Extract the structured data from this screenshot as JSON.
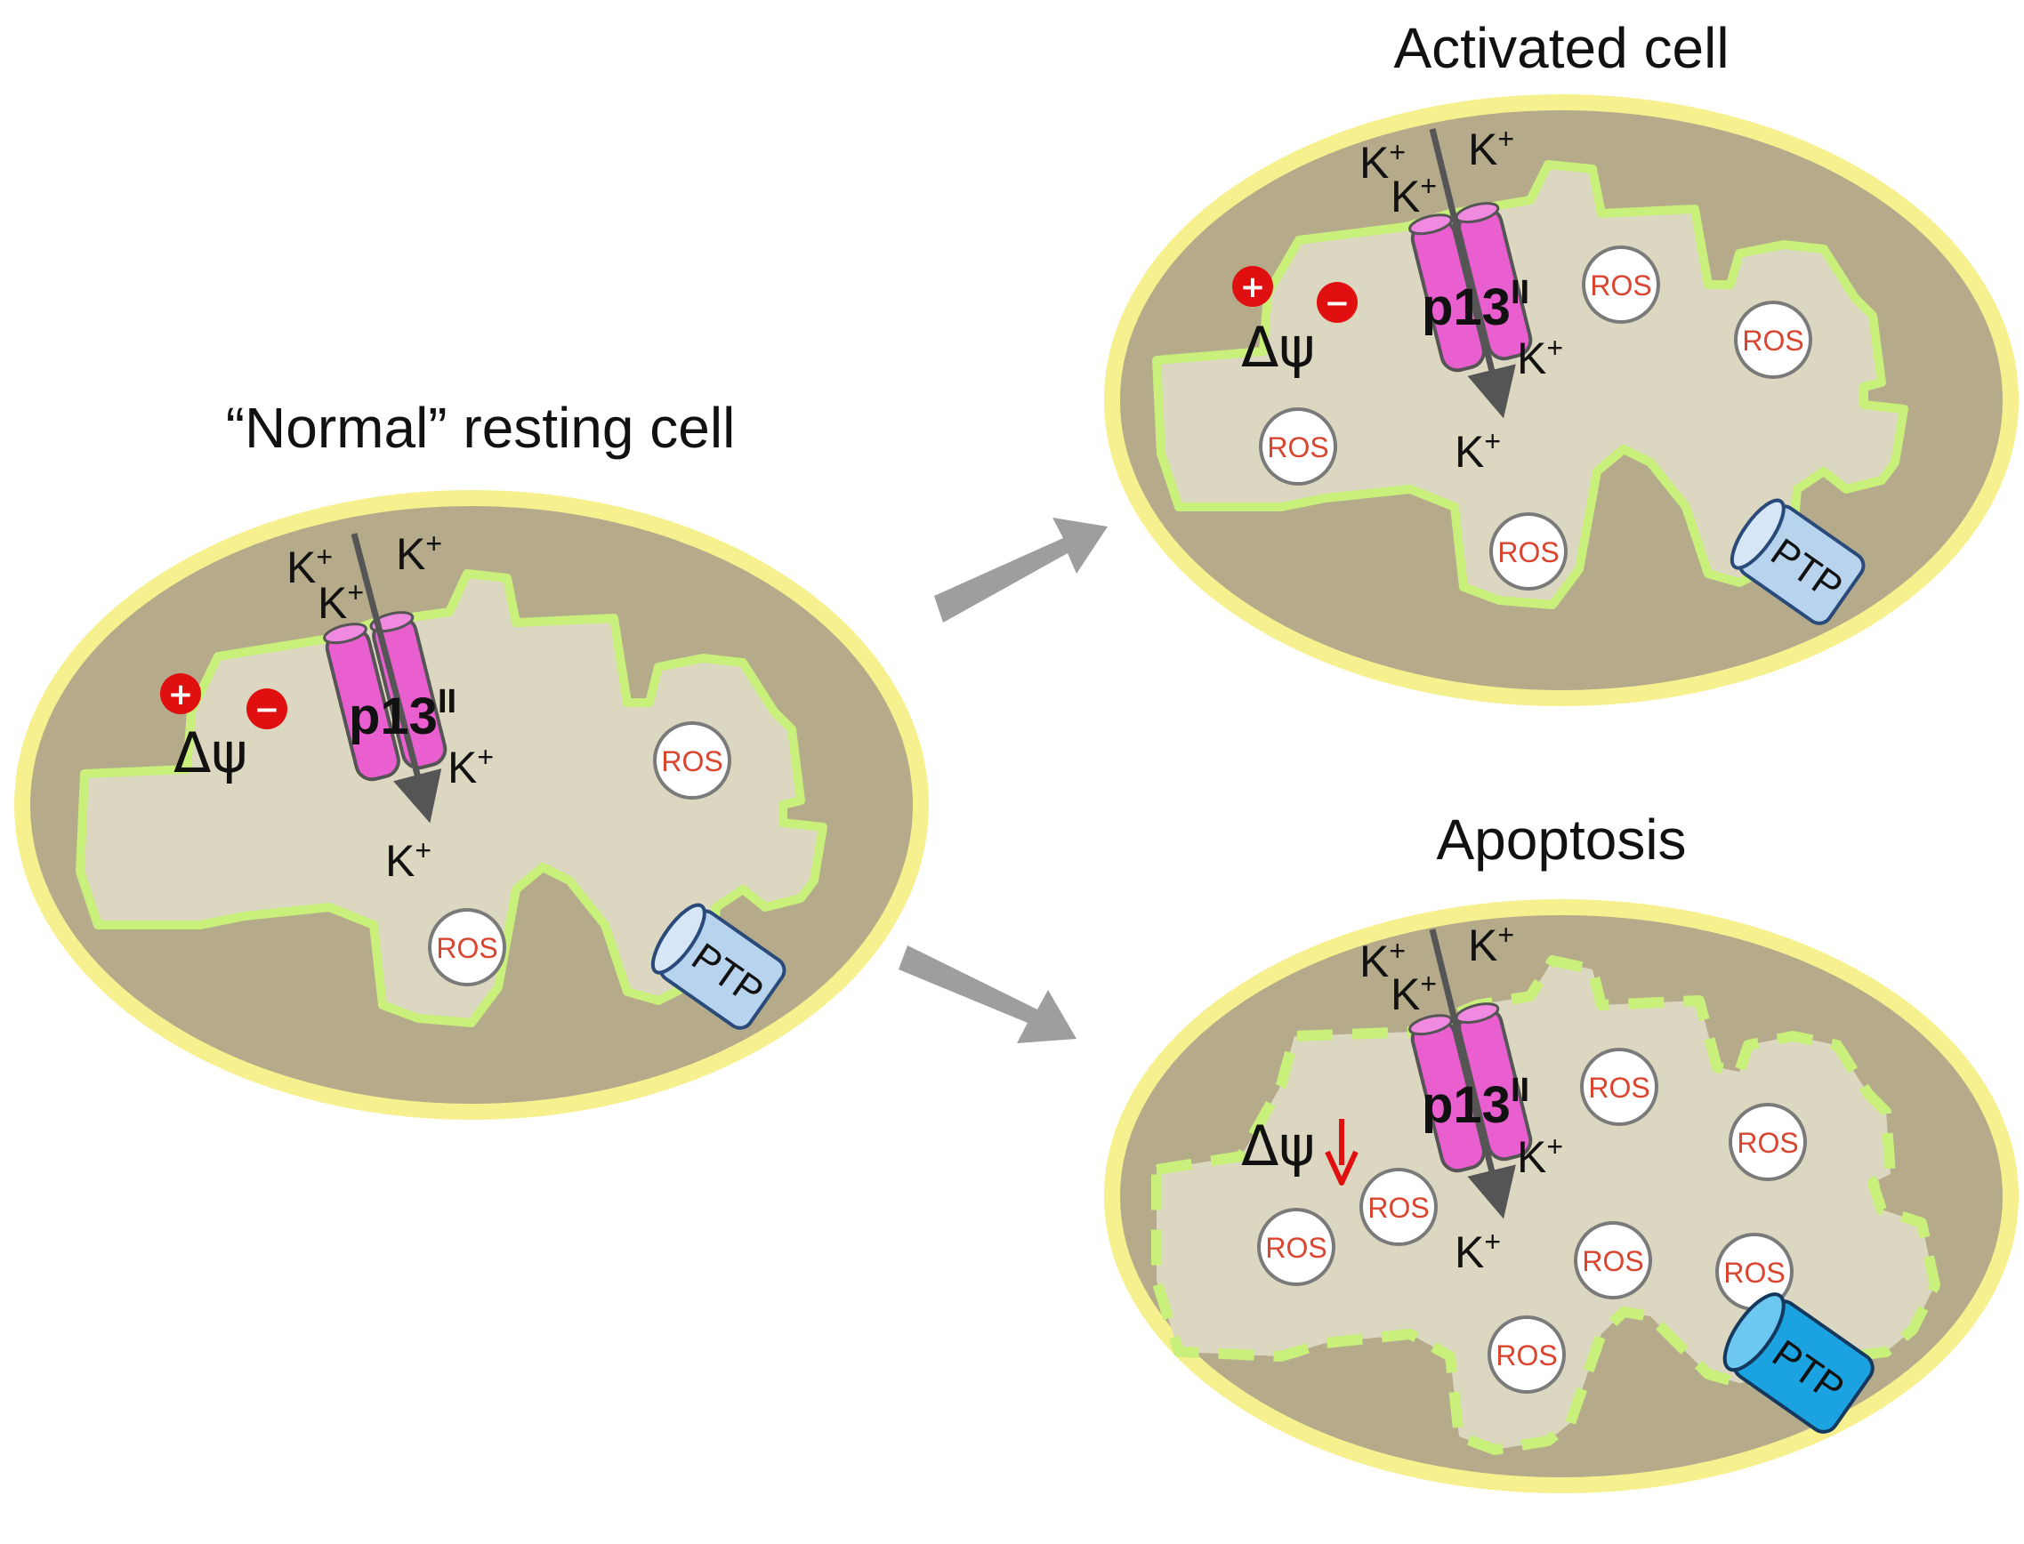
{
  "titles": {
    "resting": "“Normal” resting cell",
    "activated": "Activated cell",
    "apoptosis": "Apoptosis"
  },
  "labels": {
    "ion": "K",
    "ion_charge": "+",
    "channel": "p13",
    "channel_sup": "II",
    "membrane_potential": "Δψ",
    "ros": "ROS",
    "ptp": "PTP",
    "plus": "+",
    "minus": "−"
  },
  "colors": {
    "outer_membrane": "#f6f08f",
    "intermembrane": "#b5aa8a",
    "matrix": "#dcd7c0",
    "inner_membrane": "#c8f07a",
    "channel": "#e95fd0",
    "arrow": "#9e9e9e",
    "ptp_light": "#b7d3ee",
    "ptp_dark": "#1aa3e0",
    "charge": "#e01010",
    "ros_text": "#d9452f"
  }
}
